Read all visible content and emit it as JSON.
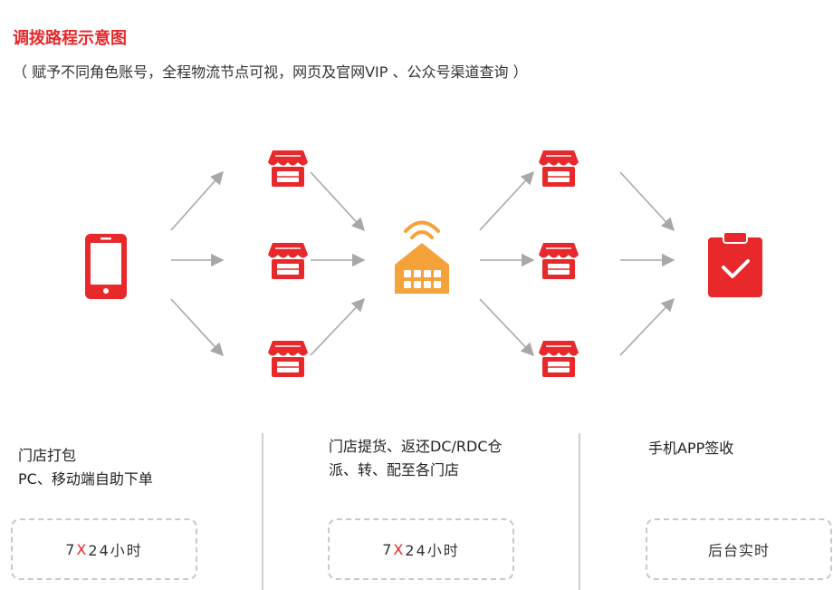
{
  "header": {
    "title": "调拨路程示意图",
    "subtitle": "（ 赋予不同角色账号，全程物流节点可视，网页及官网VIP 、公众号渠道查询 ）"
  },
  "columns": [
    {
      "line1": "门店打包",
      "line2": "PC、移动端自助下单",
      "box_pre": "7",
      "box_x": "X",
      "box_post": "24小时"
    },
    {
      "line1": "门店提货、返还DC/RDC仓",
      "line2": "派、转、配至各门店",
      "box_pre": "7",
      "box_x": "X",
      "box_post": "24小时"
    },
    {
      "line1": "手机APP签收",
      "line2": "",
      "box_text": "后台实时"
    }
  ],
  "icons": {
    "phone": "mobile-phone-icon",
    "store": "storefront-icon",
    "warehouse": "warehouse-wifi-icon",
    "clipboard": "clipboard-check-icon"
  },
  "colors": {
    "accent": "#e8282b",
    "warehouse": "#f5a23a",
    "arrow": "#a8a8a8"
  }
}
